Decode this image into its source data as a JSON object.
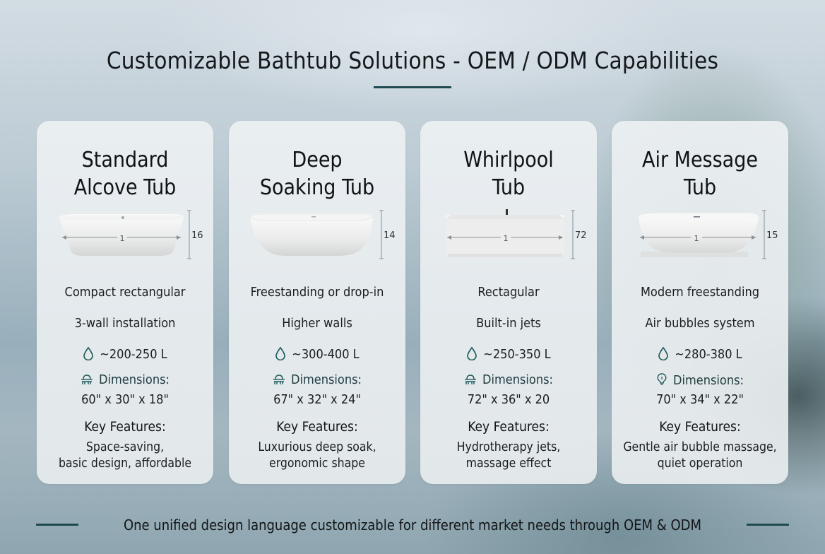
{
  "header": {
    "title": "Customizable Bathtub Solutions - OEM / ODM Capabilities",
    "accent_color": "#1f4a50"
  },
  "cards": [
    {
      "title_line1": "Standard",
      "title_line2": "Alcove Tub",
      "width_label": "1",
      "height_label": "16",
      "shape": "tapered-freestanding",
      "description_line1": "Compact rectangular",
      "description_line2": "3-wall installation",
      "volume_icon": "water-drop-icon",
      "volume": "~200-250 L",
      "dimensions_icon": "bathtub-icon",
      "dimensions_label": "Dimensions:",
      "dimensions_value": "60\" x 30\" x 18\"",
      "features_label": "Key Features:",
      "features_line1": "Space-saving,",
      "features_line2": "basic design, affordable"
    },
    {
      "title_line1": "Deep",
      "title_line2": "Soaking Tub",
      "width_label": "",
      "height_label": "14",
      "shape": "oval-deep",
      "description_line1": "Freestanding or drop-in",
      "description_line2": "Higher walls",
      "volume_icon": "water-drop-icon",
      "volume": "~300-400 L",
      "dimensions_icon": "bathtub-icon",
      "dimensions_label": "Dimensions:",
      "dimensions_value": "67\" x 32\" x 24\"",
      "features_label": "Key Features:",
      "features_line1": "Luxurious deep soak,",
      "features_line2": "ergonomic shape"
    },
    {
      "title_line1": "Whirlpool",
      "title_line2": "Tub",
      "width_label": "1",
      "height_label": "72",
      "shape": "rectangular-with-faucet",
      "description_line1": "Rectagular",
      "description_line2": "Built-in jets",
      "volume_icon": "water-drop-icon",
      "volume": "~250-350 L",
      "dimensions_icon": "bathtub-icon",
      "dimensions_label": "Dimensions:",
      "dimensions_value": "72\" x 36\" x 20",
      "features_label": "Key Features:",
      "features_line1": "Hydrotherapy jets,",
      "features_line2": "massage effect"
    },
    {
      "title_line1": "Air Message",
      "title_line2": "Tub",
      "width_label": "1",
      "height_label": "15",
      "shape": "oval-pedestal",
      "description_line1": "Modern freestanding",
      "description_line2": "Air bubbles system",
      "volume_icon": "water-drop-icon",
      "volume": "~280-380 L",
      "dimensions_icon": "lightbulb-icon",
      "dimensions_label": "Dimensions:",
      "dimensions_value": "70\" x 34\" x 22\"",
      "features_label": "Key Features:",
      "features_line1": "Gentle air bubble massage,",
      "features_line2": "quiet operation"
    }
  ],
  "footer": {
    "tagline": "One unified design language customizable for different market needs through OEM & ODM"
  }
}
